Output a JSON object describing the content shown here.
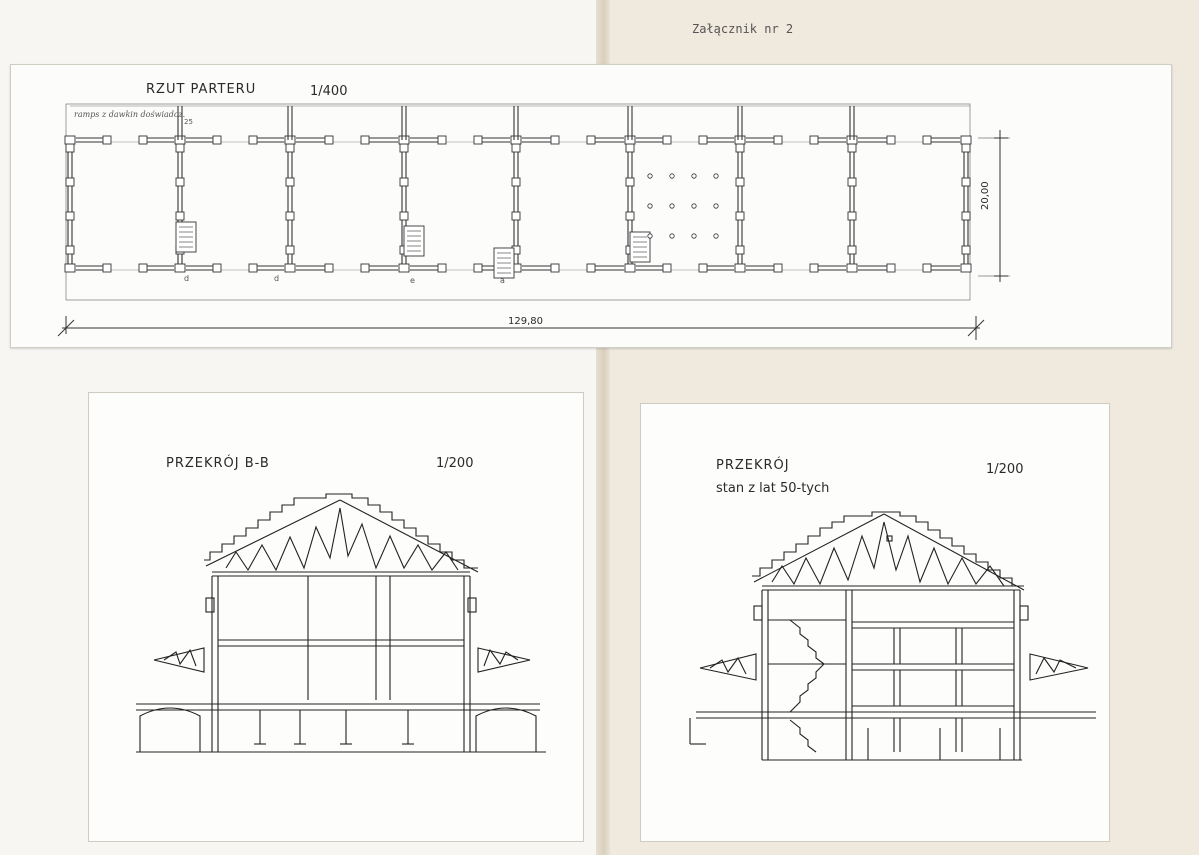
{
  "attachment_label": "Załącznik nr 2",
  "plan": {
    "title": "RZUT PARTERU",
    "scale": "1/400",
    "dim_length": "129,80",
    "dim_width": "20,00",
    "note": "ramps z dawkin doświadcz.",
    "note_number": "25",
    "bay_marks": [
      "d",
      "d",
      "e",
      "a"
    ]
  },
  "section_left": {
    "title": "PRZEKRÓJ  B-B",
    "scale": "1/200"
  },
  "section_right": {
    "title": "PRZEKRÓJ",
    "subtitle": "stan z lat 50-tych",
    "scale": "1/200"
  }
}
